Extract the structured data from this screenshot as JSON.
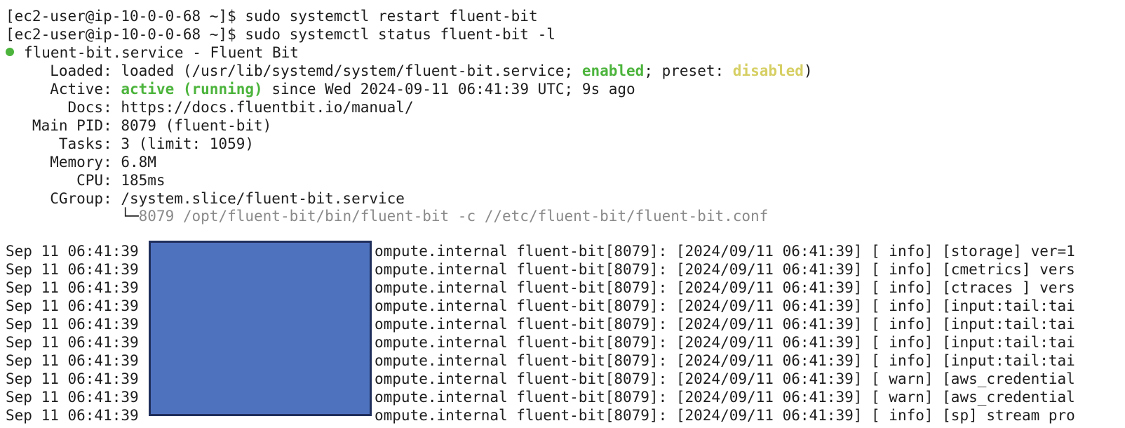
{
  "colors": {
    "background": "#ffffff",
    "text": "#1e1e1e",
    "green": "#4cb43c",
    "yellow": "#d6cf63",
    "dim": "#8a8a8a",
    "redaction_fill": "#4f72bf",
    "redaction_border": "#1f2f5c"
  },
  "commands": [
    "[ec2-user@ip-10-0-0-68 ~]$ sudo systemctl restart fluent-bit",
    "[ec2-user@ip-10-0-0-68 ~]$ sudo systemctl status fluent-bit -l"
  ],
  "status": {
    "indicator_icon": "green-dot-icon",
    "service_line": "fluent-bit.service - Fluent Bit",
    "loaded_label": "     Loaded: ",
    "loaded_pre": "loaded (/usr/lib/systemd/system/fluent-bit.service; ",
    "loaded_enabled": "enabled",
    "loaded_mid": "; preset: ",
    "loaded_preset": "disabled",
    "loaded_post": ")",
    "active_label": "     Active: ",
    "active_state": "active (running)",
    "active_since": " since Wed 2024-09-11 06:41:39 UTC; 9s ago",
    "docs_line": "       Docs: https://docs.fluentbit.io/manual/",
    "pid_line": "   Main PID: 8079 (fluent-bit)",
    "tasks_line": "      Tasks: 3 (limit: 1059)",
    "memory_line": "     Memory: 6.8M",
    "cpu_line": "        CPU: 185ms",
    "cgroup_line": "     CGroup: /system.slice/fluent-bit.service",
    "cgroup_tree_prefix": "             └─",
    "cgroup_process": "8079 /opt/fluent-bit/bin/fluent-bit -c //etc/fluent-bit/fluent-bit.conf"
  },
  "log_lines": [
    {
      "ts": "Sep 11 06:41:39",
      "rest": "ompute.internal fluent-bit[8079]: [2024/09/11 06:41:39] [ info] [storage] ver=1"
    },
    {
      "ts": "Sep 11 06:41:39",
      "rest": "ompute.internal fluent-bit[8079]: [2024/09/11 06:41:39] [ info] [cmetrics] vers"
    },
    {
      "ts": "Sep 11 06:41:39",
      "rest": "ompute.internal fluent-bit[8079]: [2024/09/11 06:41:39] [ info] [ctraces ] vers"
    },
    {
      "ts": "Sep 11 06:41:39",
      "rest": "ompute.internal fluent-bit[8079]: [2024/09/11 06:41:39] [ info] [input:tail:tai"
    },
    {
      "ts": "Sep 11 06:41:39",
      "rest": "ompute.internal fluent-bit[8079]: [2024/09/11 06:41:39] [ info] [input:tail:tai"
    },
    {
      "ts": "Sep 11 06:41:39",
      "rest": "ompute.internal fluent-bit[8079]: [2024/09/11 06:41:39] [ info] [input:tail:tai"
    },
    {
      "ts": "Sep 11 06:41:39",
      "rest": "ompute.internal fluent-bit[8079]: [2024/09/11 06:41:39] [ info] [input:tail:tai"
    },
    {
      "ts": "Sep 11 06:41:39",
      "rest": "ompute.internal fluent-bit[8079]: [2024/09/11 06:41:39] [ warn] [aws_credential"
    },
    {
      "ts": "Sep 11 06:41:39",
      "rest": "ompute.internal fluent-bit[8079]: [2024/09/11 06:41:39] [ warn] [aws_credential"
    },
    {
      "ts": "Sep 11 06:41:39",
      "rest": "ompute.internal fluent-bit[8079]: [2024/09/11 06:41:39] [ info] [sp] stream pro"
    }
  ]
}
